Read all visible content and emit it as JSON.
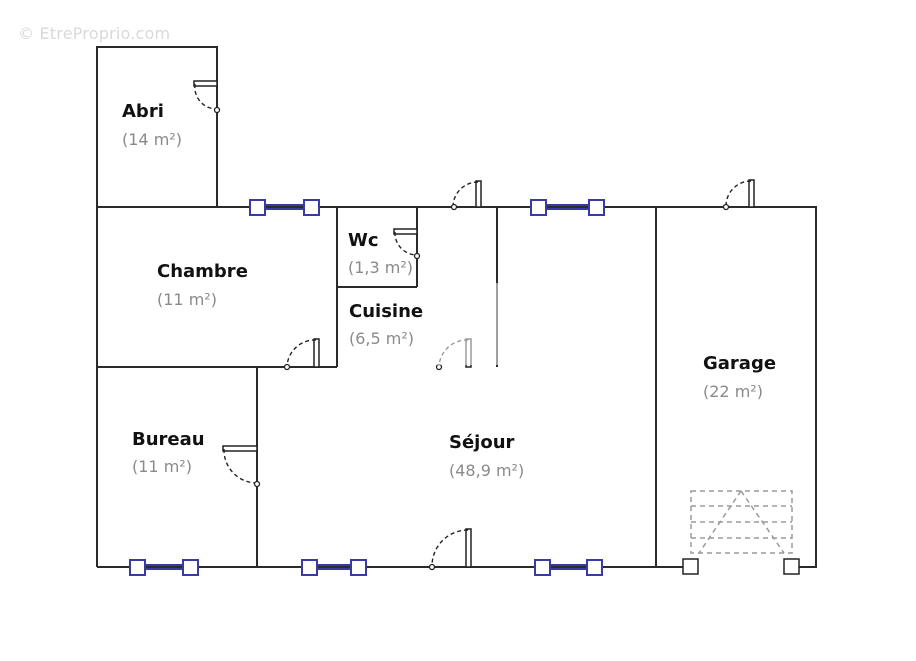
{
  "watermark": "© EtreProprio.com",
  "rooms": [
    {
      "id": "abri",
      "name": "Abri",
      "area": "(14 m²)"
    },
    {
      "id": "chambre",
      "name": "Chambre",
      "area": "(11 m²)"
    },
    {
      "id": "wc",
      "name": "Wc",
      "area": "(1,3 m²)"
    },
    {
      "id": "cuisine",
      "name": "Cuisine",
      "area": "(6,5 m²)"
    },
    {
      "id": "garage",
      "name": "Garage",
      "area": "(22 m²)"
    },
    {
      "id": "bureau",
      "name": "Bureau",
      "area": "(11 m²)"
    },
    {
      "id": "sejour",
      "name": "Séjour",
      "area": "(48,9 m²)"
    }
  ],
  "colors": {
    "wall": "#2b2b2b",
    "window": "#3a3aa6",
    "area_text": "#8a8a8a"
  }
}
